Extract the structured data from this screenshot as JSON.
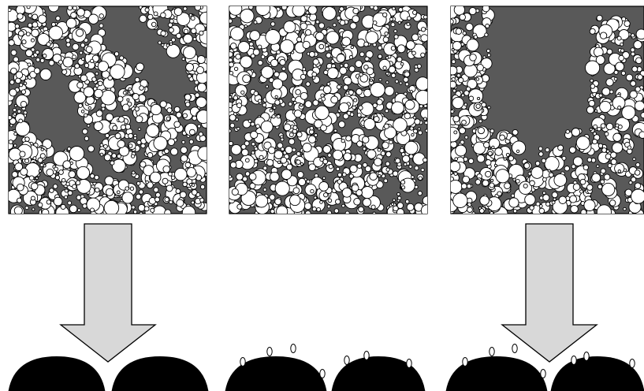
{
  "panels": [
    {
      "id": "left",
      "distribution": "clustered",
      "tint": "#595959"
    },
    {
      "id": "middle",
      "distribution": "dense-uniform",
      "tint": "#595959"
    },
    {
      "id": "right",
      "distribution": "cleared-center",
      "tint": "#595959"
    }
  ],
  "arrows": [
    {
      "from": "left",
      "direction": "down",
      "color": "#d8d8d8"
    },
    {
      "from": "right",
      "direction": "down",
      "color": "#d8d8d8"
    }
  ],
  "bottom_groups": [
    {
      "id": "left",
      "has_droplets": false
    },
    {
      "id": "middle",
      "has_droplets": true
    },
    {
      "id": "right",
      "has_droplets": true
    }
  ],
  "colors": {
    "panel_bg": "#595959",
    "particle_fill": "#ffffff",
    "particle_stroke": "#000000",
    "arrow_fill": "#d8d8d8",
    "dome_fill": "#000000"
  }
}
